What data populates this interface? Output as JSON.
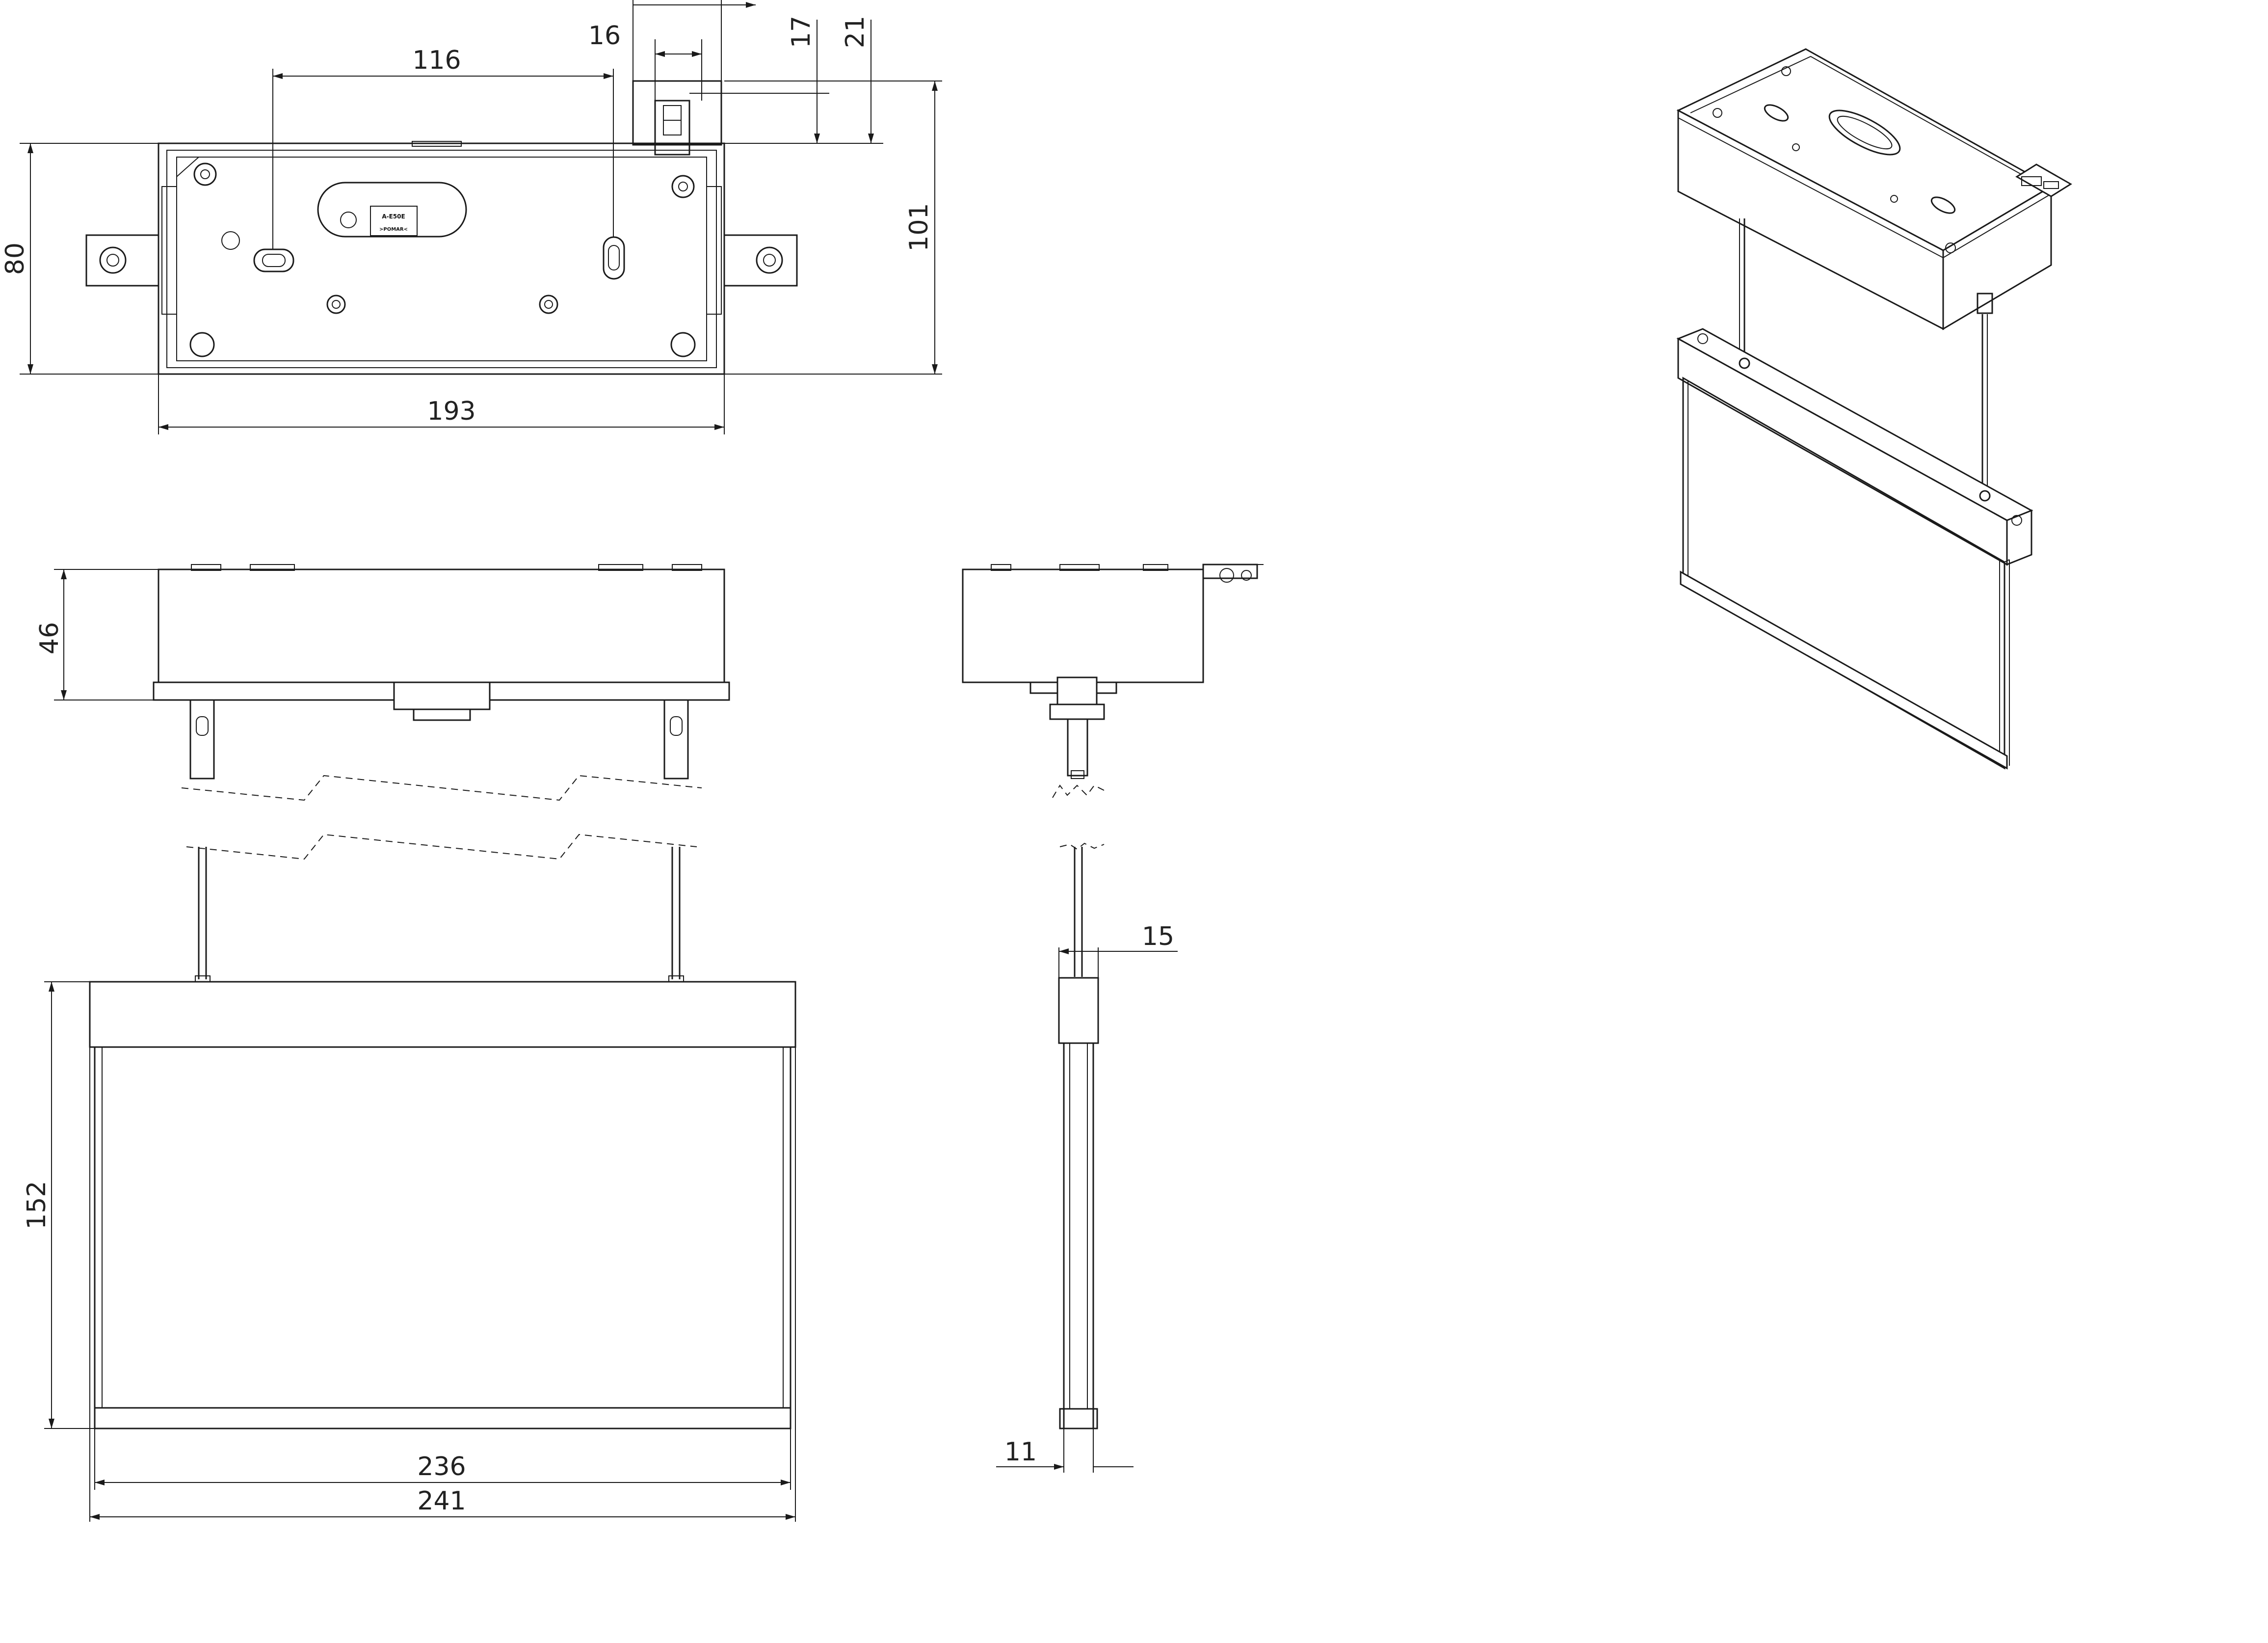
{
  "dimensions": {
    "top_width": "193",
    "top_height": "80",
    "total_height_with_bracket": "101",
    "hole_spacing": "116",
    "bracket_width": "16",
    "bracket_17": "17",
    "bracket_21": "21",
    "box_height": "46",
    "panel_height": "152",
    "panel_inner_width": "236",
    "panel_outer_width": "241",
    "side_cap_width": "15",
    "side_panel_width": "11"
  },
  "label": {
    "line1": "A-E50E",
    "line2": ">POMAR<"
  },
  "icons": {
    "mounting_hole": "mounting-hole-icon",
    "slot": "slot-icon",
    "bracket": "connector-bracket-icon"
  }
}
